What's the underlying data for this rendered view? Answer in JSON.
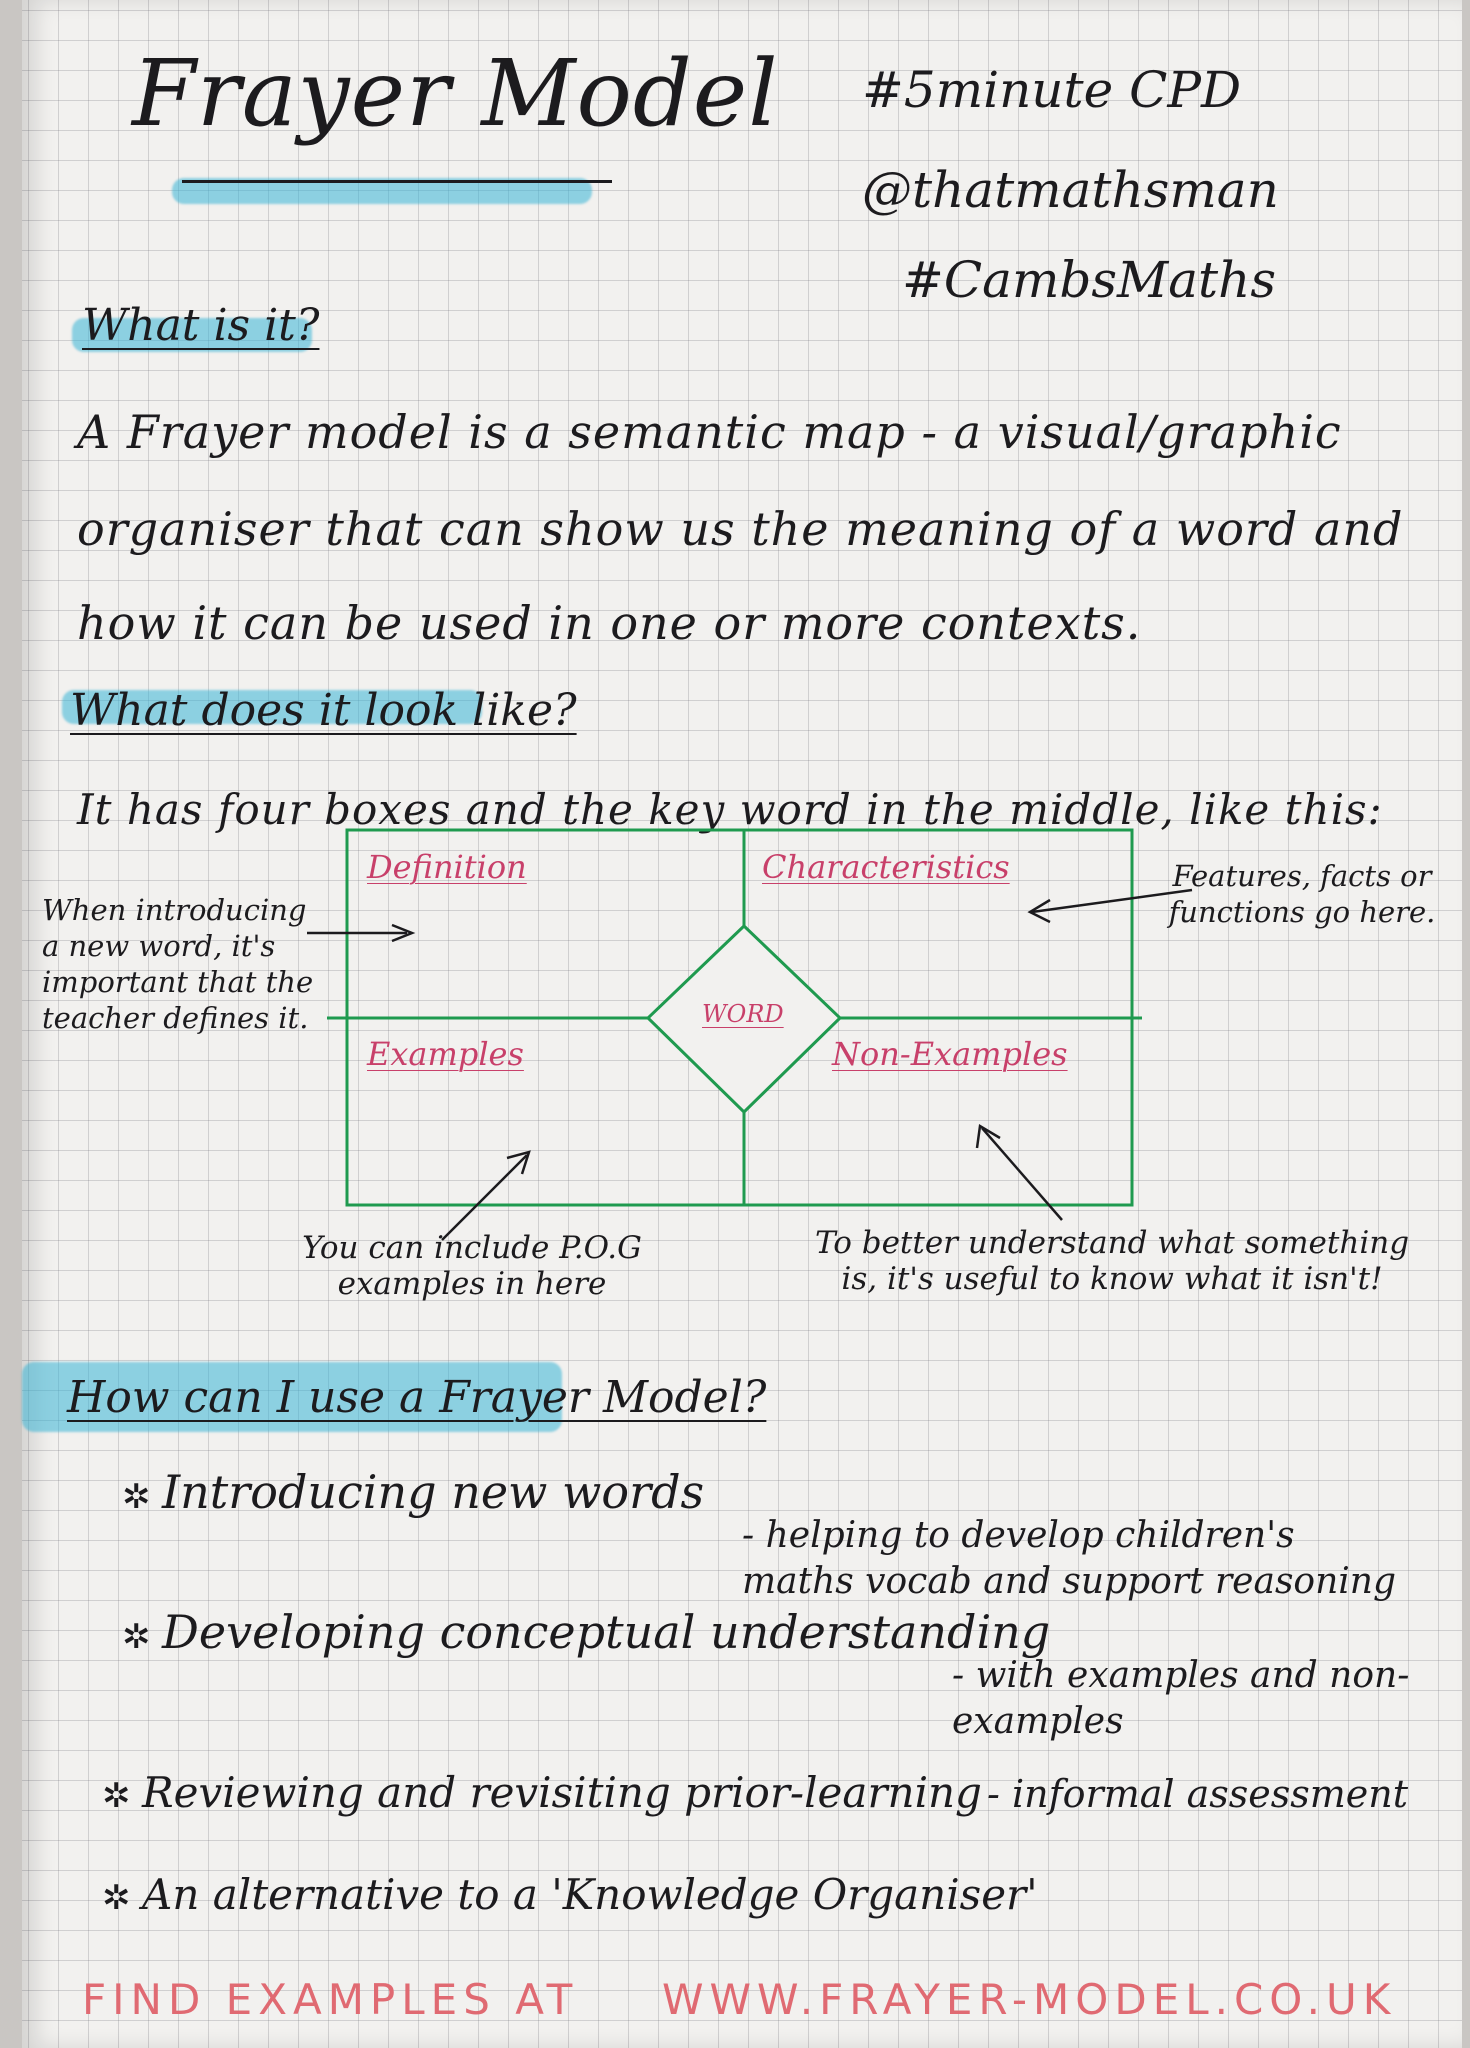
{
  "title": "Frayer Model",
  "tags": [
    "#5minute CPD",
    "@thatmathsman",
    "#CambsMaths"
  ],
  "sections": {
    "what_is_it": {
      "heading": "What is it?",
      "lines": [
        "A Frayer model is a semantic map - a visual/graphic",
        "organiser that can show us the meaning of a word and",
        "how it can be used in one or more contexts."
      ]
    },
    "what_does_it_look_like": {
      "heading": "What does it look like?",
      "intro": "It has four boxes and the key word in the middle, like this:"
    },
    "how_use": {
      "heading": "How can I use a Frayer Model?"
    }
  },
  "diagram": {
    "quadrants": [
      "Definition",
      "Characteristics",
      "Examples",
      "Non-Examples"
    ],
    "center": "WORD",
    "notes": {
      "left": "When introducing a new word, it's important that the teacher defines it.",
      "right": "Features, facts or functions go here.",
      "bottom_left": "You can include P.O.G examples in here",
      "bottom_right": "To better understand what something is, it's useful to know what it isn't!"
    },
    "colors": {
      "lines": "#1f9a4f",
      "labels": "#c8406a"
    }
  },
  "uses": [
    {
      "main": "Introducing new words",
      "detail": "- helping to develop children's maths vocab and support reasoning"
    },
    {
      "main": "Developing conceptual understanding",
      "detail": "- with examples and non-examples"
    },
    {
      "main": "Reviewing and revisiting prior-learning",
      "detail": "- informal assessment"
    },
    {
      "main": "An alternative to a 'Knowledge Organiser'",
      "detail": ""
    }
  ],
  "footer": {
    "label": "FIND EXAMPLES AT",
    "url": "WWW.FRAYER-MODEL.CO.UK"
  },
  "colors": {
    "highlighter": "#38b4d6",
    "ink": "#1c1b1e",
    "footer": "#e06a72"
  }
}
